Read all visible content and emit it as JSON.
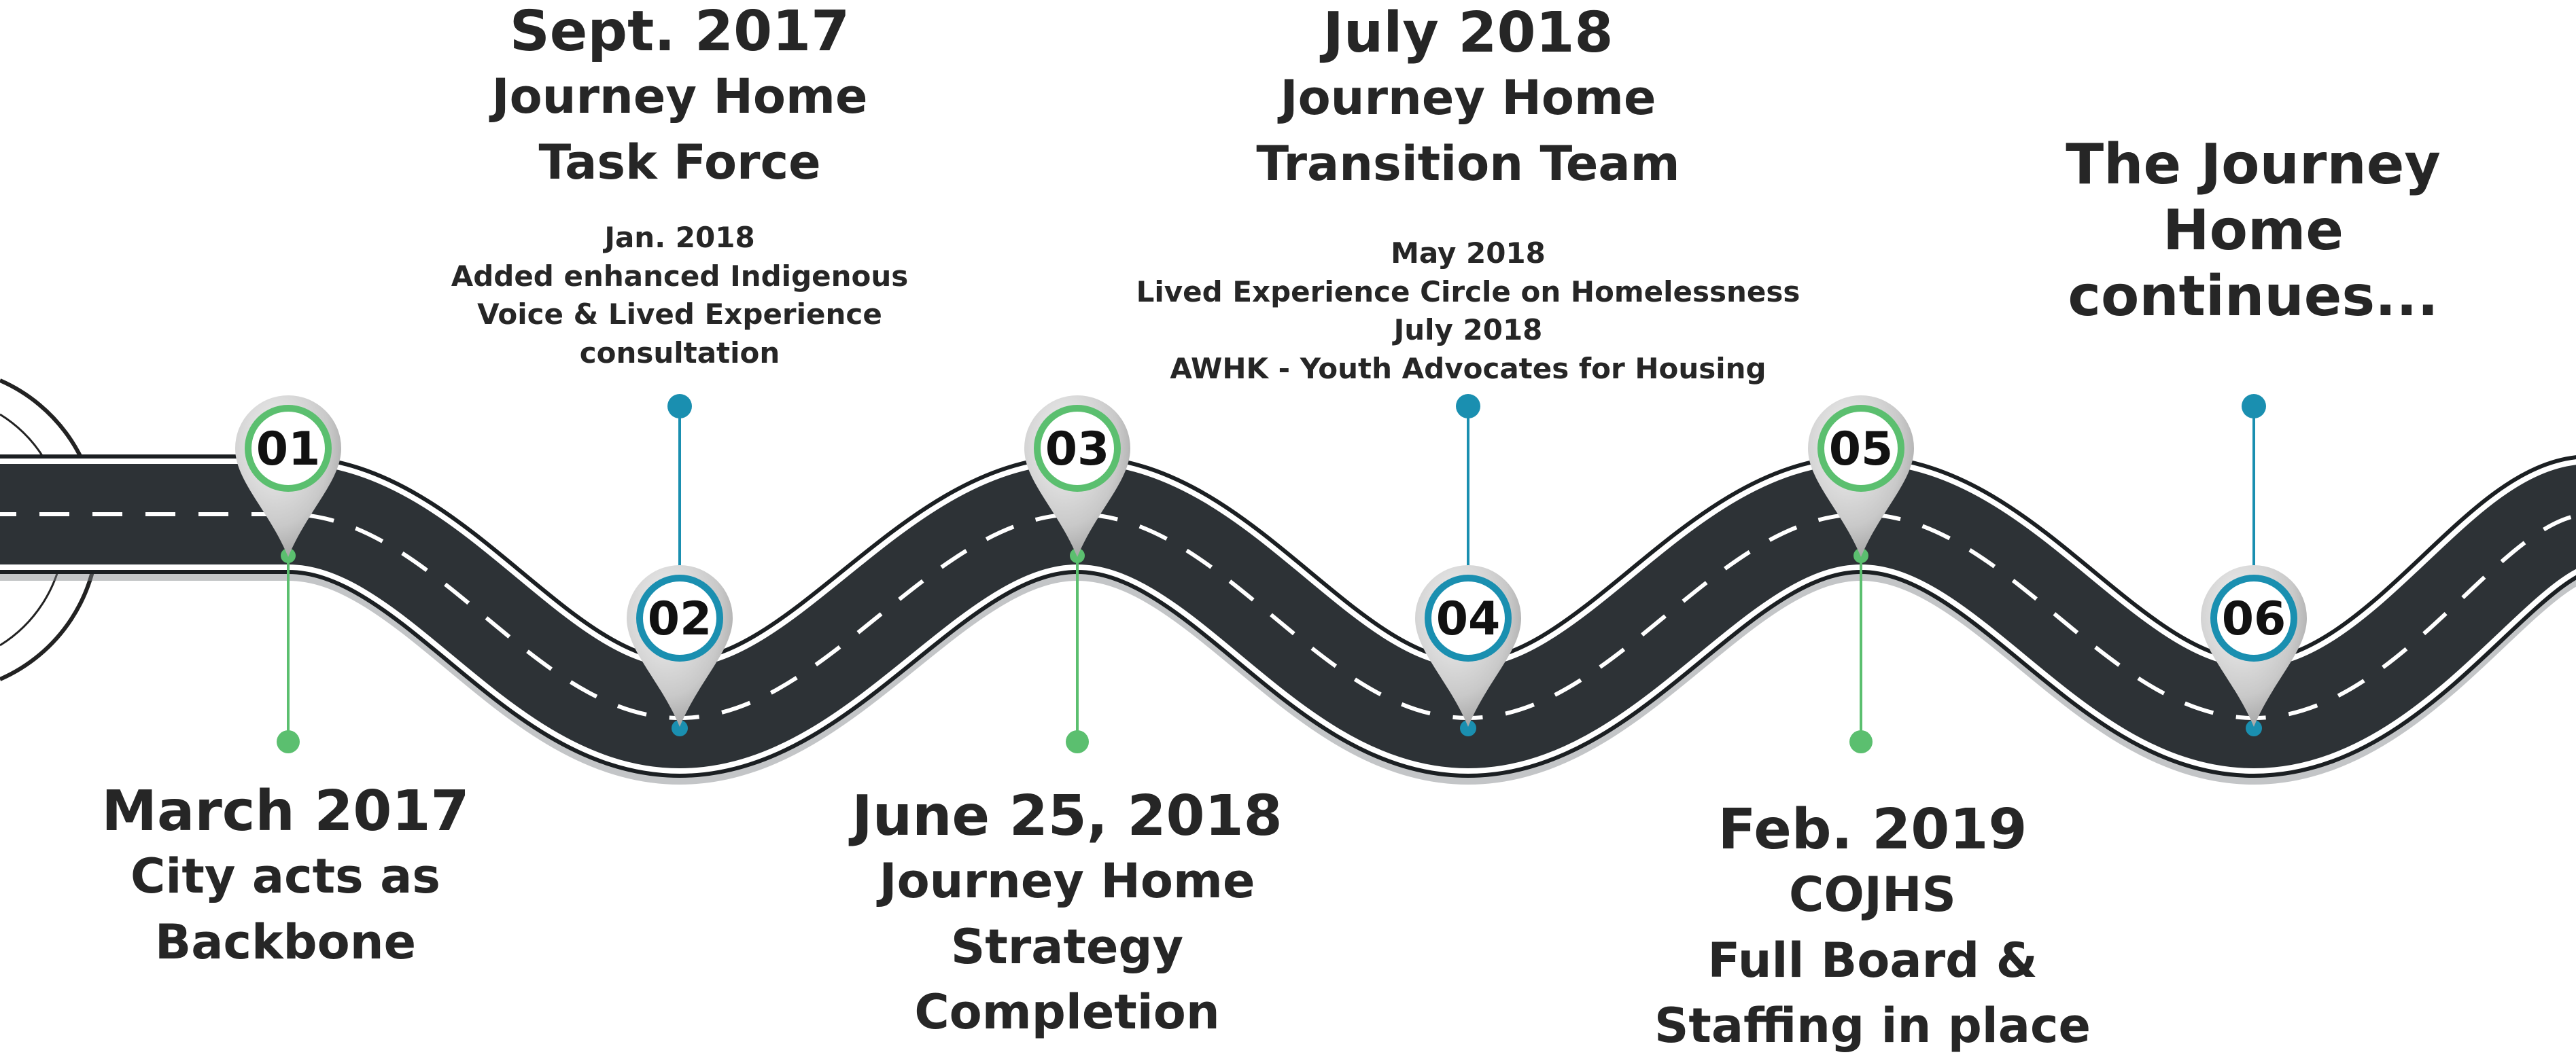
{
  "colors": {
    "road": "#2d3236",
    "road_edge": "#ffffff",
    "green": "#5bbf6f",
    "teal": "#1a8fb0",
    "text": "#262626"
  },
  "milestones": [
    {
      "number": "01",
      "date": "March 2017",
      "title_lines": [
        "City acts as",
        "Backbone"
      ],
      "accent": "green"
    },
    {
      "number": "02",
      "date": "Sept. 2017",
      "title_lines": [
        "Journey Home",
        "Task Force"
      ],
      "accent": "teal"
    },
    {
      "number": "03",
      "date": "June 25, 2018",
      "title_lines": [
        "Journey Home",
        "Strategy",
        "Completion"
      ],
      "accent": "green"
    },
    {
      "number": "04",
      "date": "July 2018",
      "title_lines": [
        "Journey Home",
        "Transition Team"
      ],
      "accent": "teal"
    },
    {
      "number": "05",
      "date": "Feb. 2019",
      "title_lines": [
        "COJHS",
        "Full Board &",
        "Staffing in place"
      ],
      "accent": "green"
    },
    {
      "number": "06",
      "date": "",
      "title_lines": [
        "The Journey",
        "Home",
        "continues..."
      ],
      "accent": "teal"
    }
  ],
  "notes": [
    {
      "date": "Jan. 2018",
      "lines": [
        "Added enhanced Indigenous",
        "Voice & Lived Experience",
        "consultation"
      ]
    },
    {
      "date": "May 2018",
      "lines": [
        "Lived Experience Circle on Homelessness"
      ]
    },
    {
      "date": "July 2018",
      "lines": [
        "AWHK - Youth Advocates for Housing"
      ]
    }
  ]
}
